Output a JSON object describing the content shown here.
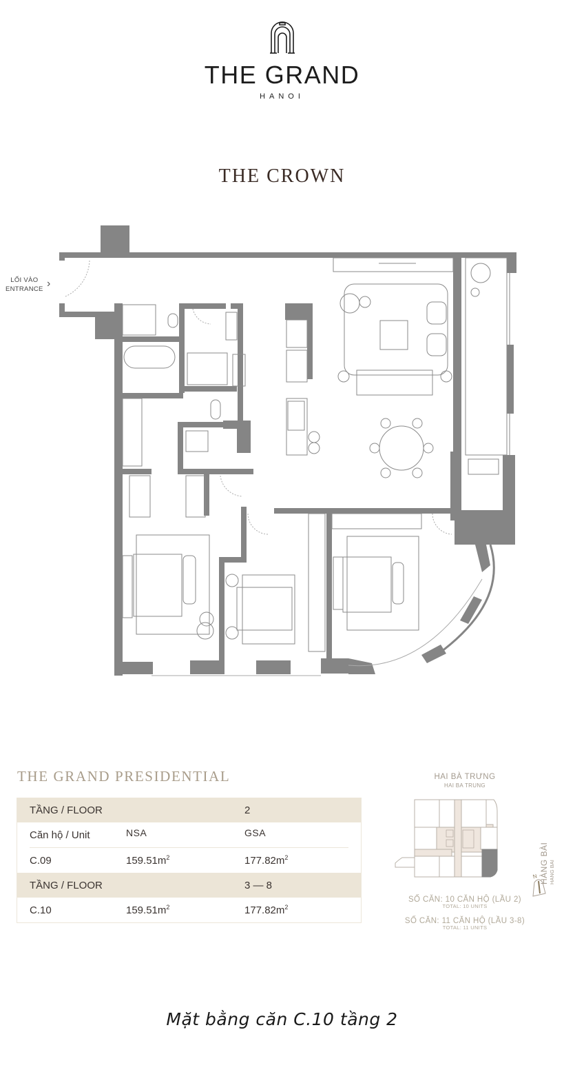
{
  "header": {
    "logo_icon": "arch-icon",
    "brand_name": "THE GRAND",
    "brand_city": "HANOI"
  },
  "unit": {
    "title": "THE CROWN"
  },
  "plan": {
    "entrance_vi": "LỐI VÀO",
    "entrance_en": "ENTRANCE",
    "entrance_arrow": "›",
    "wall_color": "#858585"
  },
  "specs": {
    "section_title": "THE GRAND PRESIDENTIAL",
    "floor_label": "TẦNG / FLOOR",
    "groups": [
      {
        "floor_value": "2",
        "header": {
          "unit": "Căn hộ / Unit",
          "nsa": "NSA",
          "gsa": "GSA"
        },
        "rows": [
          {
            "unit": "C.09",
            "nsa": "159.51m",
            "gsa": "177.82m"
          }
        ]
      },
      {
        "floor_value": "3 — 8",
        "rows": [
          {
            "unit": "C.10",
            "nsa": "159.51m",
            "gsa": "177.82m"
          }
        ]
      }
    ],
    "area_unit_sup": "2",
    "floor_row_color": "#ece5d7"
  },
  "site": {
    "street_top_vi": "HAI BÀ TRƯNG",
    "street_top_en": "HAI BA TRUNG",
    "street_right_vi": "HÀNG BÀI",
    "street_right_en": "HANG BAI",
    "compass_label": "N",
    "notes": [
      {
        "vi": "SỐ CĂN: 10 CĂN HỘ (LẦU 2)",
        "en": "TOTAL: 10 UNITS"
      },
      {
        "vi": "SỐ CĂN: 11 CĂN HỘ (LẦU 3-8)",
        "en": "TOTAL: 11 UNITS"
      }
    ],
    "highlight_color": "#858585",
    "core_color": "#efe6de"
  },
  "caption": "Mặt bằng căn C.10 tầng 2"
}
